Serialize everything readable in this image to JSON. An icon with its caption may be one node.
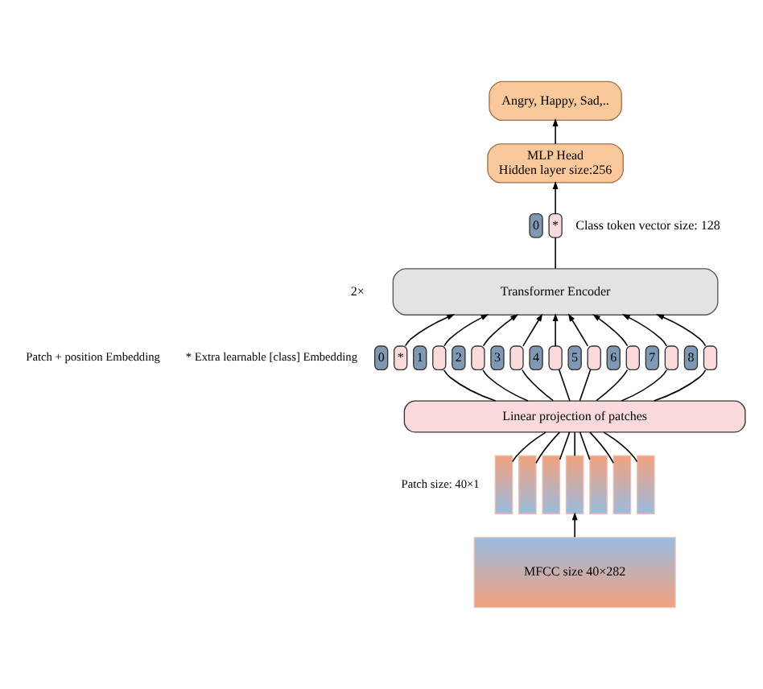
{
  "diagram": {
    "nodes": [
      {
        "text": [
          "Angry, Happy, Sad,.."
        ]
      },
      {
        "text": [
          "MLP Head",
          "Hidden layer size:256"
        ]
      },
      {
        "text": [
          "0"
        ]
      },
      {
        "text": [
          "*"
        ],
        "beside": [
          "Class token vector size: 128"
        ]
      },
      {
        "text": [
          "Transformer Encoder"
        ],
        "beside": [
          "2×"
        ]
      },
      {
        "text": [
          "0"
        ]
      },
      {
        "text": [
          "*"
        ]
      },
      {
        "text": [
          "1"
        ]
      },
      {
        "text": [],
        "shape": "box"
      },
      {
        "text": [
          "2"
        ]
      },
      {
        "text": [],
        "shape": "box"
      },
      {
        "text": [
          "3"
        ]
      },
      {
        "text": [],
        "shape": "box"
      },
      {
        "text": [
          "4"
        ]
      },
      {
        "text": [],
        "shape": "box"
      },
      {
        "text": [
          "5"
        ]
      },
      {
        "text": [],
        "shape": "box"
      },
      {
        "text": [
          "6"
        ]
      },
      {
        "text": [],
        "shape": "box"
      },
      {
        "text": [
          "7"
        ]
      },
      {
        "text": [],
        "shape": "box"
      },
      {
        "text": [
          "8"
        ]
      },
      {
        "text": [],
        "shape": "box"
      },
      {
        "text": [
          "Linear projection of patches"
        ]
      },
      {
        "text": [],
        "shape": "picture"
      },
      {
        "text": [],
        "shape": "picture"
      },
      {
        "text": [],
        "shape": "picture"
      },
      {
        "text": [],
        "shape": "picture"
      },
      {
        "text": [],
        "shape": "picture"
      },
      {
        "text": [],
        "shape": "picture"
      },
      {
        "text": [],
        "shape": "picture"
      },
      {
        "text": [
          "MFCC size 40×282"
        ]
      }
    ],
    "edges": [
      {
        "from": 1,
        "to": 0,
        "arrow": "to"
      },
      {
        "from": 3,
        "to": 1,
        "arrow": "to"
      },
      {
        "from": 4,
        "to": 3,
        "arrow": "none"
      },
      {
        "from": 6,
        "to": 4,
        "arrow": "to"
      },
      {
        "from": 8,
        "to": 4,
        "arrow": "to"
      },
      {
        "from": 10,
        "to": 4,
        "arrow": "to"
      },
      {
        "from": 12,
        "to": 4,
        "arrow": "to"
      },
      {
        "from": 14,
        "to": 4,
        "arrow": "to"
      },
      {
        "from": 16,
        "to": 4,
        "arrow": "to"
      },
      {
        "from": 18,
        "to": 4,
        "arrow": "to"
      },
      {
        "from": 20,
        "to": 4,
        "arrow": "to"
      },
      {
        "from": 22,
        "to": 4,
        "arrow": "to"
      },
      {
        "from": 23,
        "to": 8,
        "arrow": "none"
      },
      {
        "from": 23,
        "to": 10,
        "arrow": "none"
      },
      {
        "from": 23,
        "to": 12,
        "arrow": "none"
      },
      {
        "from": 23,
        "to": 14,
        "arrow": "none"
      },
      {
        "from": 23,
        "to": 16,
        "arrow": "none"
      },
      {
        "from": 23,
        "to": 18,
        "arrow": "none"
      },
      {
        "from": 23,
        "to": 20,
        "arrow": "none"
      },
      {
        "from": 23,
        "to": 22,
        "arrow": "none"
      },
      {
        "from": 24,
        "to": 23,
        "arrow": "none"
      },
      {
        "from": 25,
        "to": 23,
        "arrow": "none"
      },
      {
        "from": 26,
        "to": 23,
        "arrow": "none"
      },
      {
        "from": 27,
        "to": 23,
        "arrow": "none"
      },
      {
        "from": 28,
        "to": 23,
        "arrow": "none"
      },
      {
        "from": 29,
        "to": 23,
        "arrow": "none"
      },
      {
        "from": 30,
        "to": 23,
        "arrow": "none"
      },
      {
        "from": 31,
        "to": 27,
        "arrow": "to"
      }
    ],
    "labels": [
      "Patch + position Embedding",
      "* Extra learnable [class] Embedding",
      "Patch size: 40×1"
    ]
  }
}
